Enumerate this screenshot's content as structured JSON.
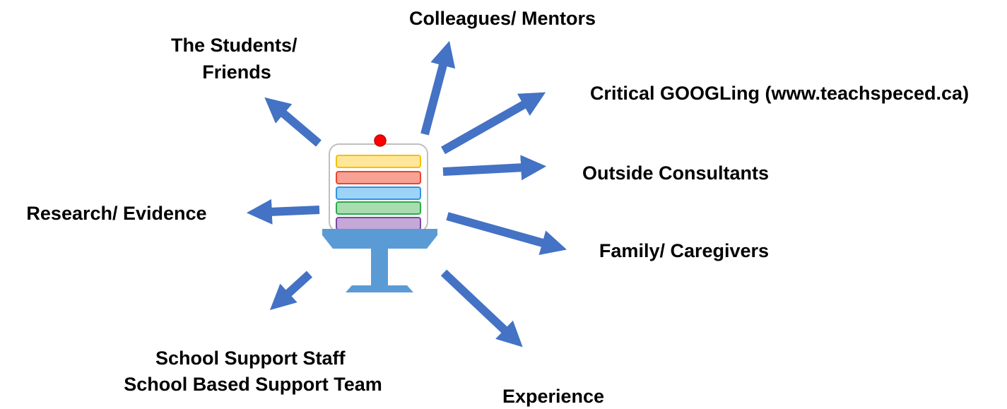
{
  "nodes": [
    {
      "id": "colleagues",
      "lines": [
        "Colleagues/ Mentors"
      ]
    },
    {
      "id": "students",
      "lines": [
        "The Students/",
        "Friends"
      ]
    },
    {
      "id": "googling",
      "lines": [
        "Critical GOOGLing  (www.teachspeced.ca)"
      ]
    },
    {
      "id": "consultants",
      "lines": [
        "Outside Consultants"
      ]
    },
    {
      "id": "research",
      "lines": [
        "Research/ Evidence"
      ]
    },
    {
      "id": "family",
      "lines": [
        "Family/ Caregivers"
      ]
    },
    {
      "id": "school",
      "lines": [
        "School Support Staff",
        "School Based Support Team"
      ]
    },
    {
      "id": "experience",
      "lines": [
        "Experience"
      ]
    }
  ],
  "colors": {
    "arrow": "#4472C4",
    "cake_stand": "#5B9BD5",
    "cherry": "#FF0000",
    "layers": [
      "#FFE699",
      "#F8A195",
      "#9DD3F7",
      "#A9DDB0",
      "#C5A8D8"
    ],
    "layer_borders": [
      "#F2C200",
      "#E8472F",
      "#2F95E0",
      "#2FA84F",
      "#7A4AA0"
    ]
  },
  "icons": {
    "center": "layer-cake-icon"
  }
}
